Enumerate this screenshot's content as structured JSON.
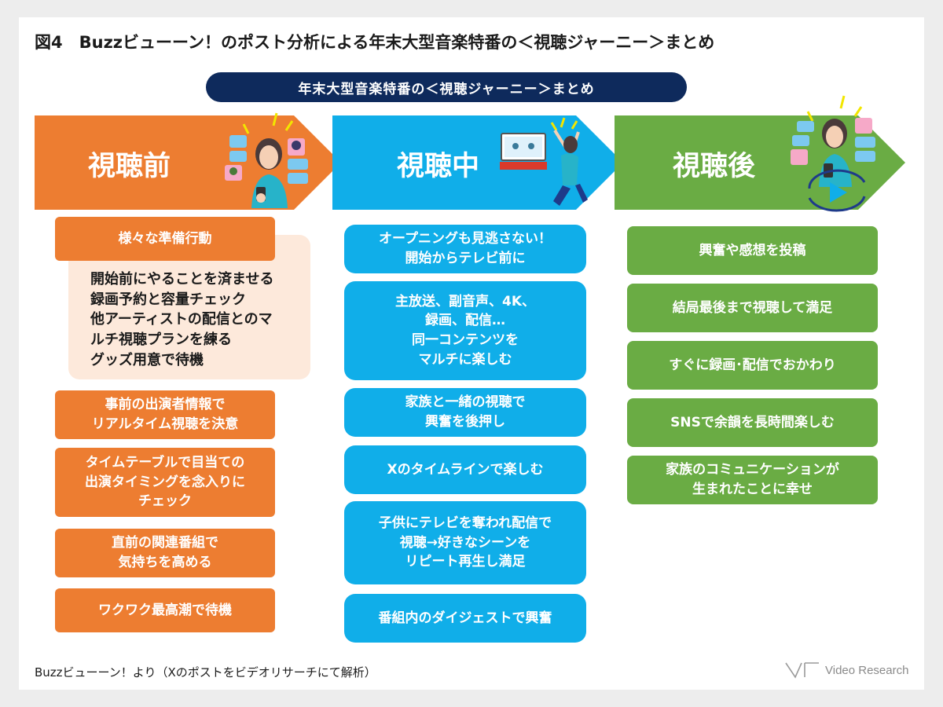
{
  "figure_title": "図4　Buzzビューーン！のポスト分析による年末大型音楽特番の＜視聴ジャーニー＞まとめ",
  "banner": "年末大型音楽特番の＜視聴ジャーニー＞まとめ",
  "colors": {
    "before": "#ed7d31",
    "during": "#10aee9",
    "after": "#6aac44",
    "banner": "#0e2a5c"
  },
  "phases": [
    {
      "label": "視聴前",
      "icon": "woman-with-smartphone-chat-icon"
    },
    {
      "label": "視聴中",
      "icon": "tv-and-jumping-woman-icon"
    },
    {
      "label": "視聴後",
      "icon": "woman-with-smartphone-replay-icon"
    }
  ],
  "before": {
    "header": "様々な準備行動",
    "details": [
      "開始前にやることを済ませる",
      "録画予約と容量チェック",
      "他アーティストの配信とのマ",
      "ルチ視聴プランを練る",
      "グッズ用意で待機"
    ],
    "items": [
      "事前の出演者情報で\nリアルタイム視聴を決意",
      "タイムテーブルで目当ての\n出演タイミングを念入りに\nチェック",
      "直前の関連番組で\n気持ちを高める",
      "ワクワク最高潮で待機"
    ]
  },
  "during": {
    "items": [
      "オープニングも見逃さない！\n開始からテレビ前に",
      "主放送、副音声、4K、\n録画、配信…\n同一コンテンツを\nマルチに楽しむ",
      "家族と一緒の視聴で\n興奮を後押し",
      "Xのタイムラインで楽しむ",
      "子供にテレビを奪われ配信で\n視聴→好きなシーンを\nリピート再生し満足",
      "番組内のダイジェストで興奮"
    ]
  },
  "after": {
    "items": [
      "興奮や感想を投稿",
      "結局最後まで視聴して満足",
      "すぐに録画･配信でおかわり",
      "SNSで余韻を長時間楽しむ",
      "家族のコミュニケーションが\n生まれたことに幸せ"
    ]
  },
  "footnote": "Buzzビューーン！より（Xのポストをビデオリサーチにて解析）",
  "logo_text": "Video Research"
}
